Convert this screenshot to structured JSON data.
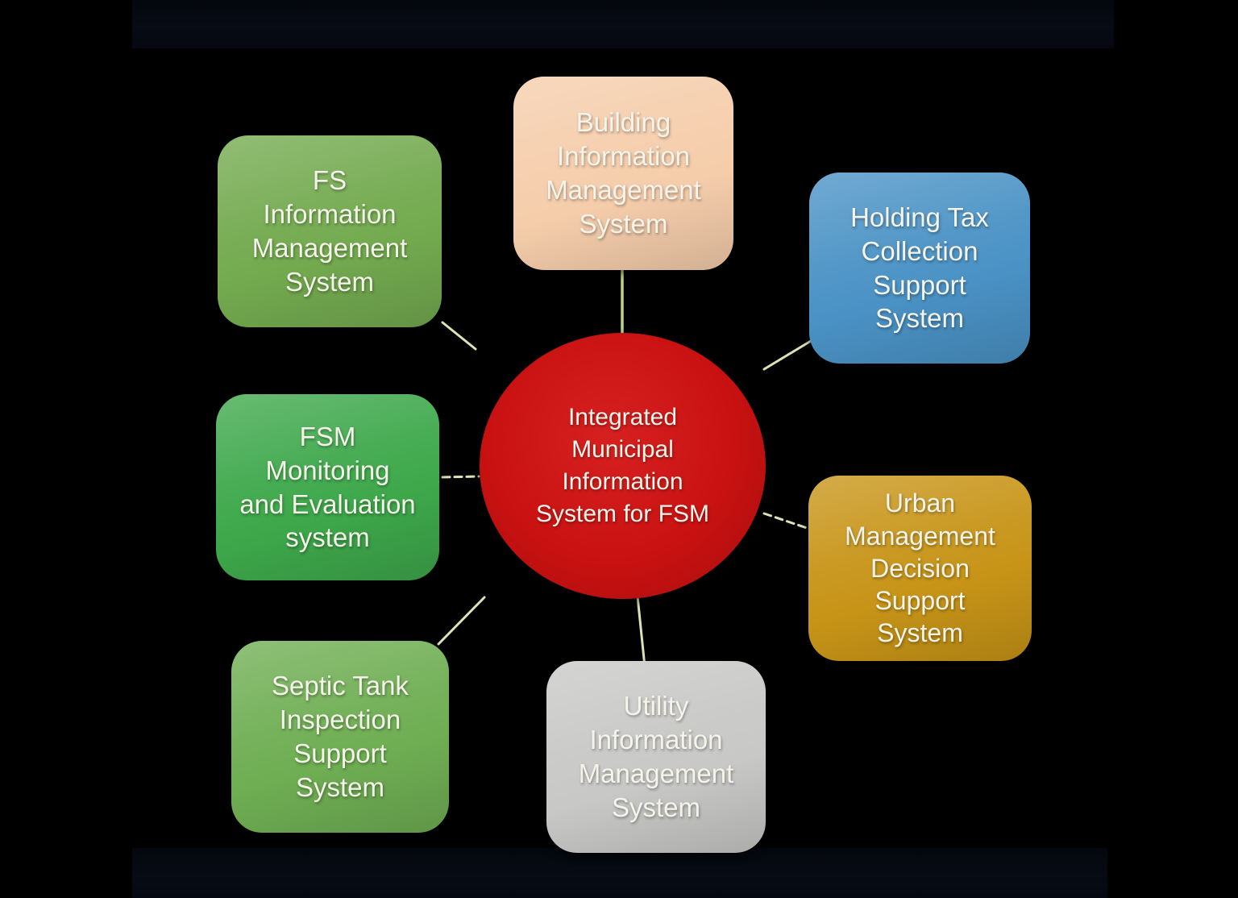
{
  "page": {
    "background_color": "#000000",
    "letterbox_color": "#060a12"
  },
  "diagram": {
    "center_node": {
      "label": "Integrated\nMunicipal\nInformation\nSystem for FSM",
      "color": "#c91111",
      "text_color": "#f5f4ea"
    },
    "nodes": [
      {
        "name": "fs-information-management-system",
        "label": "FS\nInformation\nManagement\nSystem",
        "color": "#73aa4f"
      },
      {
        "name": "building-information-management-system",
        "label": "Building\nInformation\nManagement\nSystem",
        "color": "#f5cdab"
      },
      {
        "name": "holding-tax-collection-support-system",
        "label": "Holding Tax\nCollection\nSupport\nSystem",
        "color": "#4a92c5"
      },
      {
        "name": "fsm-monitoring-and-evaluation-system",
        "label": "FSM\nMonitoring\nand Evaluation\nsystem",
        "color": "#3ea84b"
      },
      {
        "name": "urban-management-decision-support-system",
        "label": "Urban\nManagement\nDecision\nSupport\nSystem",
        "color": "#c79417"
      },
      {
        "name": "septic-tank-inspection-support-system",
        "label": "Septic Tank\nInspection\nSupport\nSystem",
        "color": "#6fae53"
      },
      {
        "name": "utility-information-management-system",
        "label": "Utility\nInformation\nManagement\nSystem",
        "color": "#c8c8c6"
      }
    ],
    "connector_colors": {
      "pale": "#dde3b4",
      "pale_green": "#b9d489"
    }
  }
}
